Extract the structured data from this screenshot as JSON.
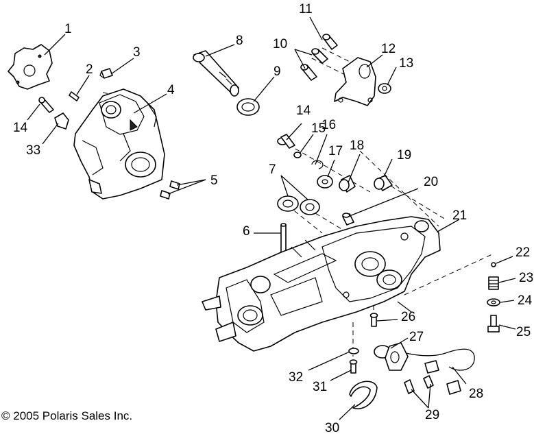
{
  "callouts": [
    "1",
    "2",
    "3",
    "4",
    "5",
    "6",
    "7",
    "8",
    "9",
    "10",
    "11",
    "12",
    "13",
    "14",
    "14",
    "15",
    "16",
    "17",
    "18",
    "19",
    "20",
    "21",
    "22",
    "23",
    "24",
    "25",
    "26",
    "27",
    "28",
    "29",
    "30",
    "31",
    "32",
    "33"
  ],
  "copyright": "© 2005 Polaris Sales Inc."
}
